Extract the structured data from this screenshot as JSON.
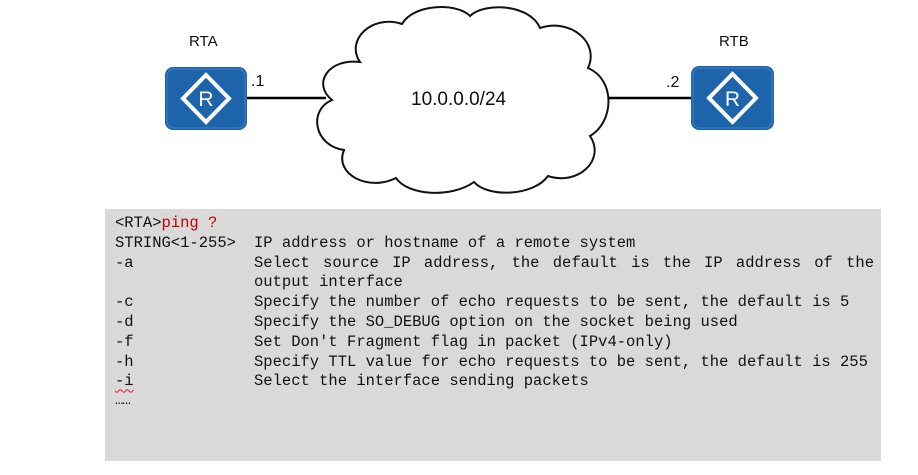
{
  "topology": {
    "router_a": {
      "name": "RTA",
      "interface_label": ".1",
      "icon": "router-icon"
    },
    "router_b": {
      "name": "RTB",
      "interface_label": ".2",
      "icon": "router-icon"
    },
    "cloud": {
      "label": "10.0.0.0/24",
      "icon": "cloud-icon"
    },
    "colors": {
      "router_fill": "#1e64aa",
      "router_symbol": "#ffffff",
      "link": "#000000",
      "cli_background": "#d9d9d9",
      "command_text": "#c00000"
    }
  },
  "cli": {
    "prompt": "<RTA>",
    "command": "ping ?",
    "usage": {
      "option": "STRING<1-255>",
      "desc": "IP address or hostname of a remote system"
    },
    "options": [
      {
        "opt": "-a",
        "desc": "Select source IP address, the default is the IP address of the output interface"
      },
      {
        "opt": "-c",
        "desc": "Specify the number of echo requests to be sent, the default is 5"
      },
      {
        "opt": "-d",
        "desc": "Specify the SO_DEBUG option on the socket being used"
      },
      {
        "opt": "-f",
        "desc": "Set Don't Fragment flag in packet (IPv4-only)"
      },
      {
        "opt": "-h",
        "desc": "Specify TTL value for echo requests to be sent, the default is 255"
      },
      {
        "opt": "-i",
        "desc": "Select the interface sending packets"
      }
    ],
    "ellipsis": "……"
  }
}
